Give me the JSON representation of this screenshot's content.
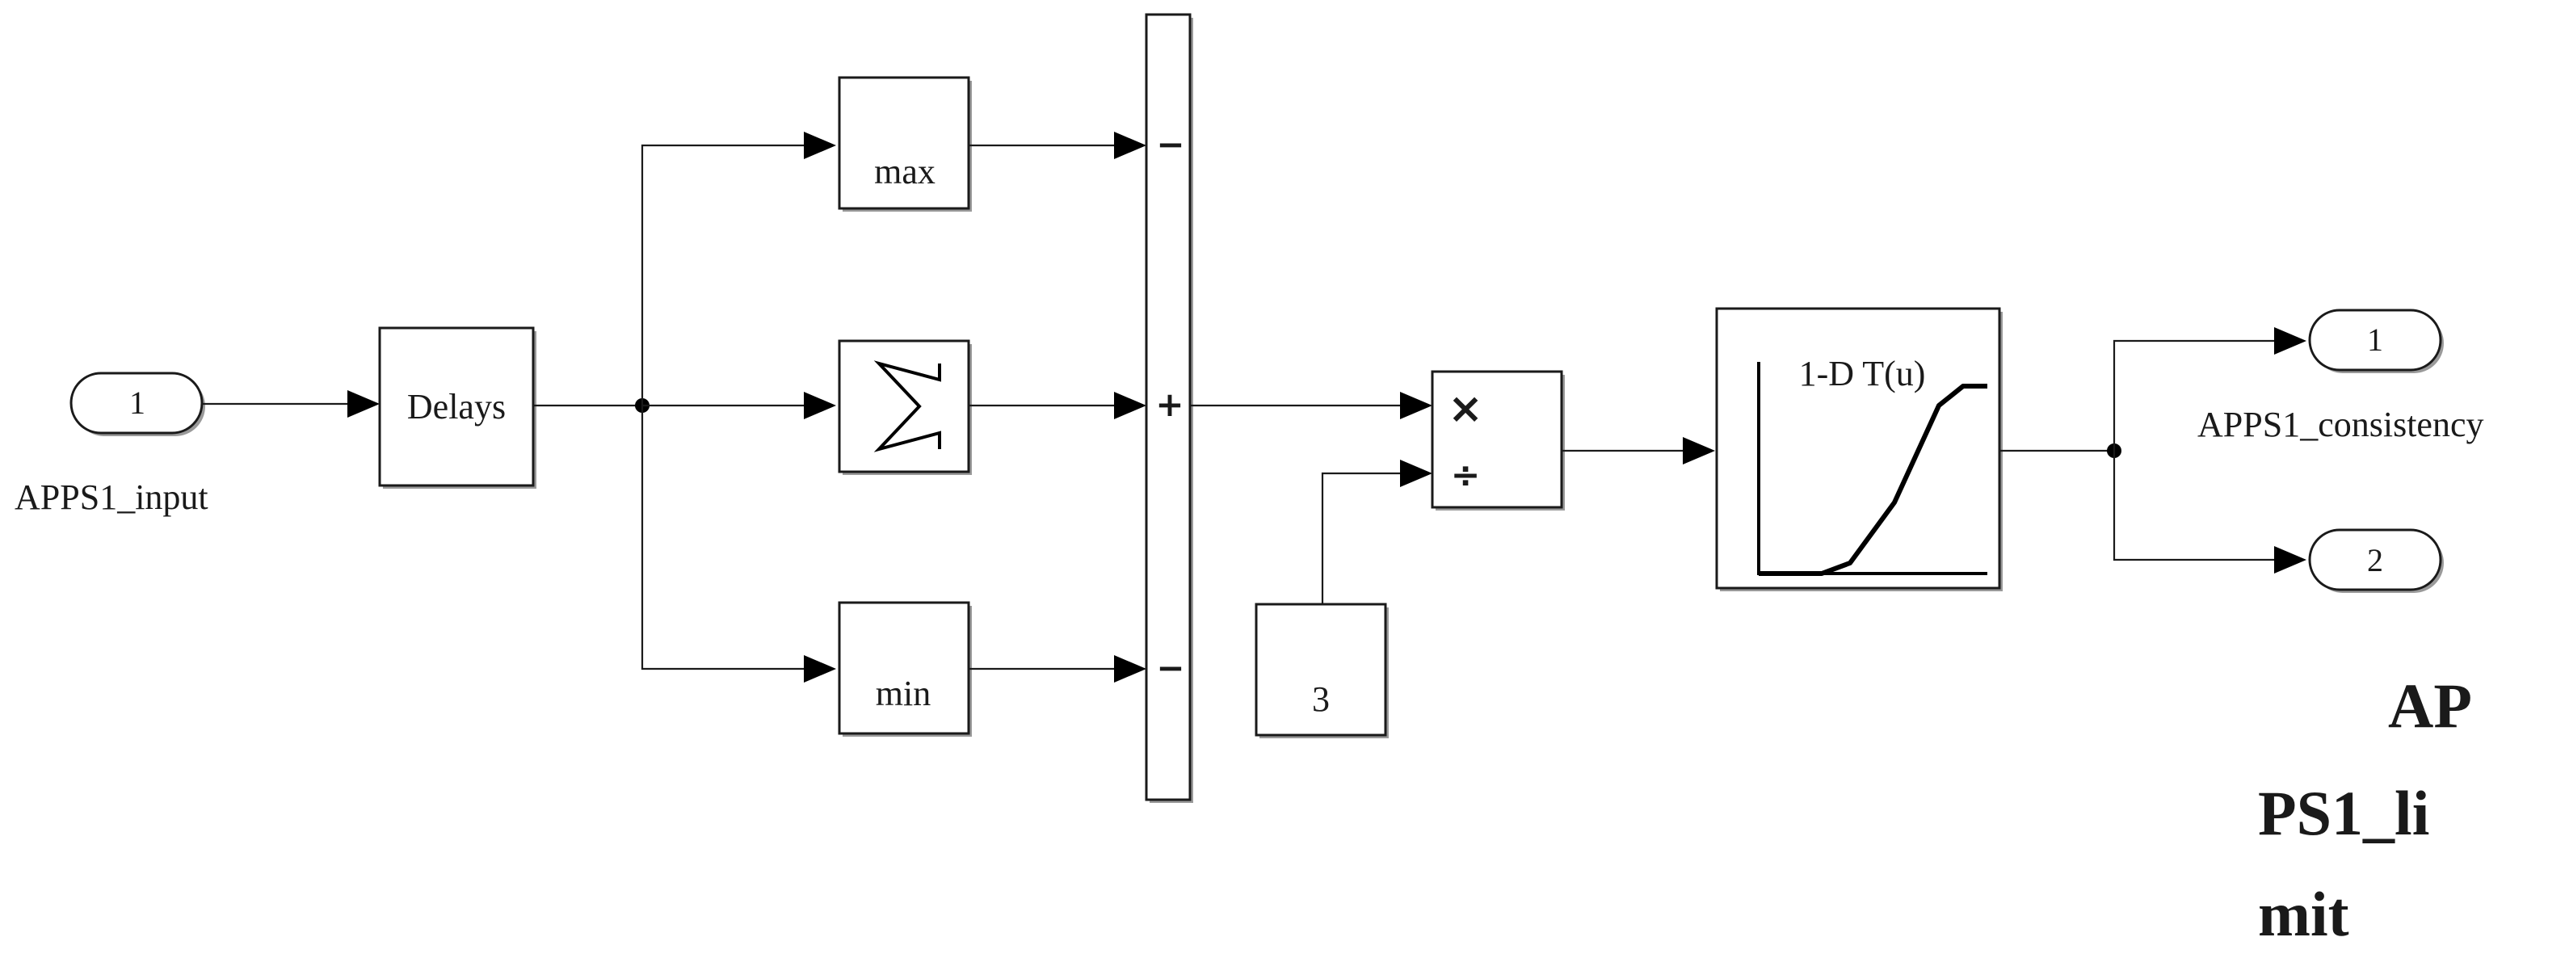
{
  "inports": [
    {
      "number": "1",
      "name": "APPS1_input"
    }
  ],
  "outports": [
    {
      "number": "1",
      "name": "APPS1_consistency"
    },
    {
      "number": "2",
      "name": "APPS1_limit",
      "name_lines": [
        "AP",
        "PS1_li",
        "mit"
      ]
    }
  ],
  "blocks": {
    "delays": {
      "label": "Delays"
    },
    "max": {
      "label": "max"
    },
    "sum": {
      "symbol": "∑"
    },
    "min": {
      "label": "min"
    },
    "bus_sum": {
      "signs": [
        "−",
        "+",
        "−"
      ]
    },
    "product": {
      "signs": [
        "×",
        "÷"
      ]
    },
    "constant": {
      "value": "3"
    },
    "lookup": {
      "label": "1-D T(u)"
    }
  }
}
